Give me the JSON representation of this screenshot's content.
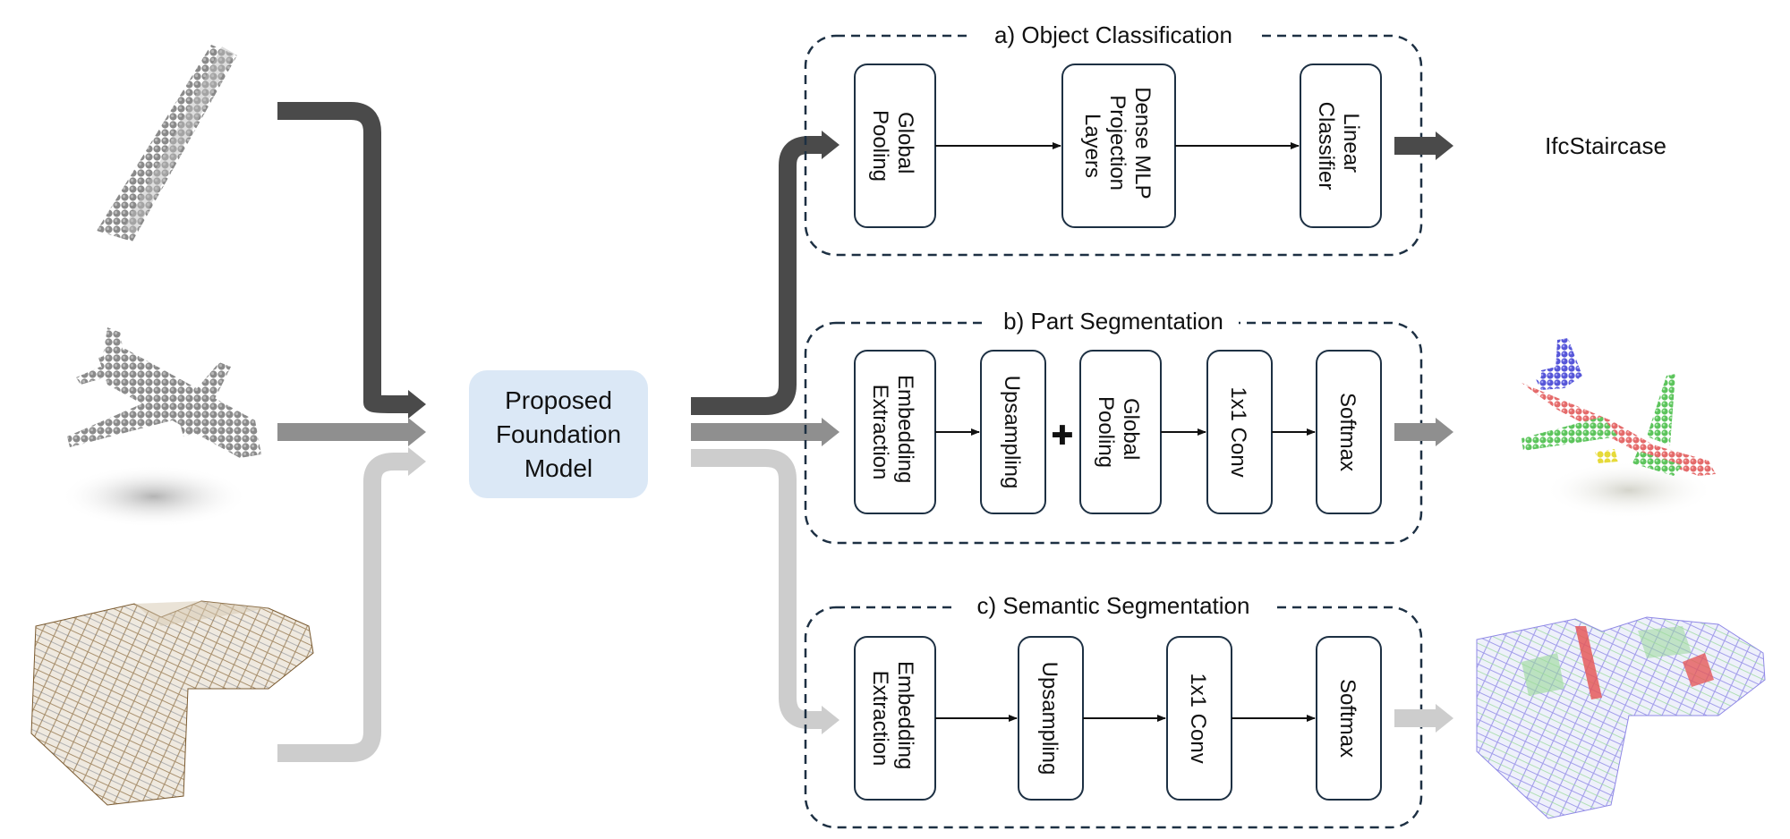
{
  "colors": {
    "arrow_dark": "#4a4a4a",
    "arrow_mid": "#8f8f8f",
    "arrow_light": "#cdcdcd",
    "model_box_fill": "#dbe8f6",
    "panel_border": "#1d3043",
    "block_border": "#1d3043",
    "seg_body": "#e46a6a",
    "seg_wings": "#61c861",
    "seg_tail": "#5b5bdc",
    "seg_engine": "#eadf3c"
  },
  "inputs": [
    {
      "name": "staircase-point-cloud",
      "icon": "staircase-points-icon"
    },
    {
      "name": "airplane-point-cloud",
      "icon": "airplane-points-icon"
    },
    {
      "name": "building-point-cloud",
      "icon": "building-scan-icon"
    }
  ],
  "model": {
    "line1": "Proposed",
    "line2": "Foundation",
    "line3": "Model"
  },
  "panels": {
    "classification": {
      "title": "a) Object Classification",
      "blocks": [
        {
          "lines": [
            "Global",
            "Pooling"
          ]
        },
        {
          "lines": [
            "Dense MLP",
            "Projection",
            "Layers"
          ]
        },
        {
          "lines": [
            "Linear",
            "Classifier"
          ]
        }
      ],
      "output": "IfcStaircase"
    },
    "part_segmentation": {
      "title": "b) Part Segmentation",
      "blocks": [
        {
          "lines": [
            "Embedding",
            "Extraction"
          ]
        },
        {
          "lines": [
            "Upsampling"
          ]
        },
        {
          "lines": [
            "Global",
            "Pooling"
          ]
        },
        {
          "lines": [
            "1x1 Conv"
          ]
        },
        {
          "lines": [
            "Softmax"
          ]
        }
      ],
      "plus": "✚"
    },
    "semantic_segmentation": {
      "title": "c) Semantic Segmentation",
      "blocks": [
        {
          "lines": [
            "Embedding",
            "Extraction"
          ]
        },
        {
          "lines": [
            "Upsampling"
          ]
        },
        {
          "lines": [
            "1x1 Conv"
          ]
        },
        {
          "lines": [
            "Softmax"
          ]
        }
      ]
    }
  }
}
